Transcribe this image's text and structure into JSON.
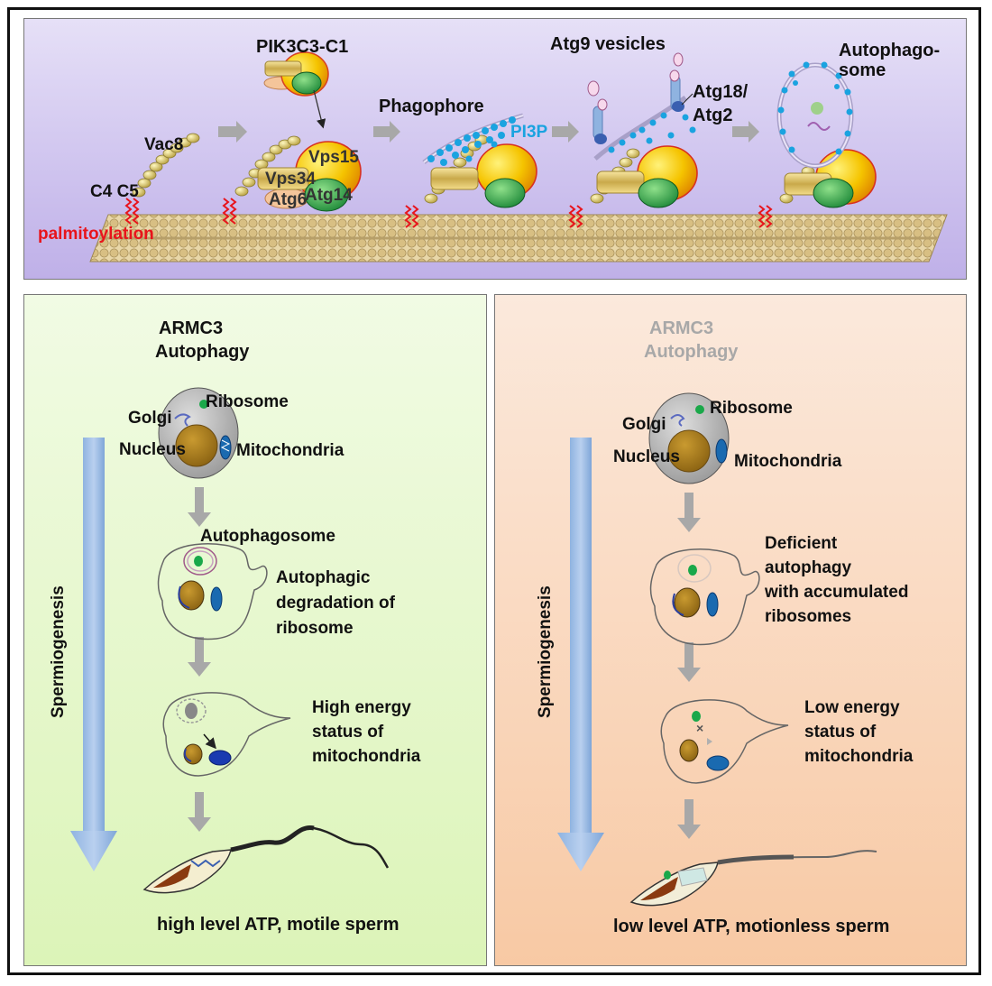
{
  "top": {
    "pik3c3": "PIK3C3-C1",
    "vac8": "Vac8",
    "c4c5": "C4 C5",
    "palmitoylation": "palmitoylation",
    "vps15": "Vps15",
    "vps34": "Vps34",
    "atg6": "Atg6",
    "atg14": "Atg14",
    "phagophore": "Phagophore",
    "pi3p": "PI3P",
    "atg9": "Atg9 vesicles",
    "atg18": "Atg18/",
    "atg2": "Atg2",
    "autophago_1": "Autophago-",
    "autophago_2": "some"
  },
  "left": {
    "title_1": "ARMC3",
    "title_2": "Autophagy",
    "ribosome": "Ribosome",
    "golgi": "Golgi",
    "nucleus": "Nucleus",
    "mitochondria": "Mitochondria",
    "autophagosome": "Autophagosome",
    "step2_1": "Autophagic",
    "step2_2": "degradation of",
    "step2_3": "ribosome",
    "step3_1": "High energy",
    "step3_2": "status of",
    "step3_3": "mitochondria",
    "spermiogenesis": "Spermiogenesis",
    "bottom": "high level ATP,  motile sperm"
  },
  "right": {
    "title_1": "ARMC3",
    "title_2": "Autophagy",
    "ribosome": "Ribosome",
    "golgi": "Golgi",
    "nucleus": "Nucleus",
    "mitochondria": "Mitochondria",
    "step2_1": "Deficient",
    "step2_2": "autophagy",
    "step2_3": "with accumulated",
    "step2_4": "ribosomes",
    "step3_1": "Low energy",
    "step3_2": "status of",
    "step3_3": "mitochondria",
    "spermiogenesis": "Spermiogenesis",
    "bottom": "low level ATP,  motionless sperm"
  },
  "colors": {
    "palmitoylation": "#e8141b",
    "pi3p": "#1aa3e0",
    "faded_title": "#a8a8a8"
  }
}
